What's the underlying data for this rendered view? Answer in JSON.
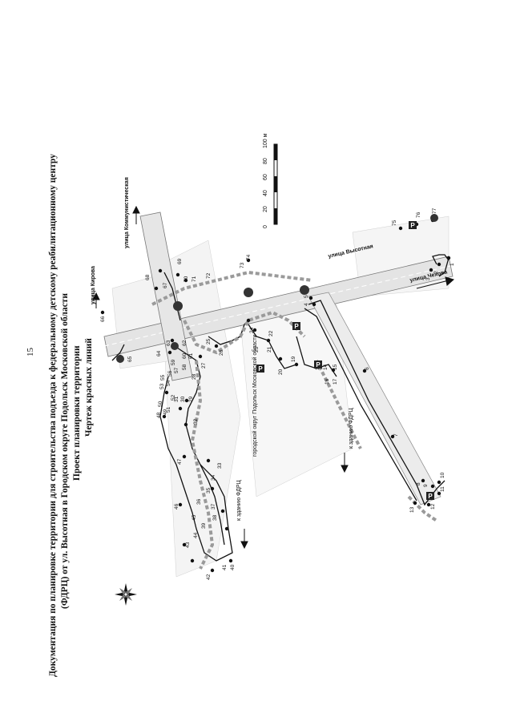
{
  "page_number": "15",
  "title": {
    "line1": "Документация по планировке территории для строительства подъезда к федеральному детскому реабилитационному центру",
    "line2": "(ФДРЦ) от ул. Высотная в Городском округе Подольск Московской области",
    "line3": "Проект планировки территории",
    "line4": "Чертеж красных линий"
  },
  "scale": {
    "ticks": [
      "0",
      "20",
      "40",
      "60",
      "80",
      "100 м"
    ]
  },
  "streets": {
    "vysotnaya": "улица Высотная",
    "chekhova": "улица Чехова",
    "kirova": "улица Кирова",
    "kommunisticheskaya": "улица Коммунистическая",
    "k_fdrc_1": "к зданию ФДРЦ",
    "k_fdrc_2": "к зданию ФДРЦ",
    "okrug": "городской округ Подольск Московской области"
  },
  "parking": "P",
  "point_numbers": [
    "1",
    "2",
    "3",
    "4",
    "5",
    "6",
    "7",
    "8",
    "9",
    "10",
    "11",
    "12",
    "13",
    "14",
    "15",
    "16",
    "17",
    "18",
    "19",
    "20",
    "21",
    "22",
    "23",
    "24",
    "25",
    "26",
    "27",
    "28",
    "29",
    "30",
    "31",
    "32",
    "33",
    "34",
    "35",
    "36",
    "37",
    "38",
    "39",
    "40",
    "41",
    "42",
    "43",
    "44",
    "45",
    "46",
    "47",
    "48",
    "49",
    "50",
    "51",
    "52",
    "53",
    "54",
    "55",
    "56",
    "57",
    "58",
    "59",
    "60",
    "61",
    "62",
    "63",
    "64",
    "65",
    "66",
    "67",
    "68",
    "69",
    "70",
    "71",
    "72",
    "73",
    "74",
    "75",
    "76",
    "77"
  ]
}
